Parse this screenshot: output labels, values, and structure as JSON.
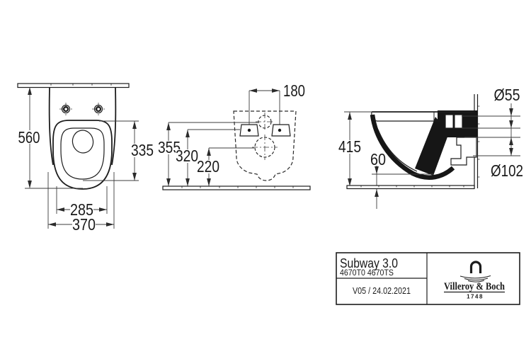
{
  "drawing": {
    "front_view": {
      "dim_total_height": "560",
      "dim_seat_length": "335",
      "dim_inner_width": "285",
      "dim_width": "370"
    },
    "top_view": {
      "dim_fixing_spacing": "180",
      "dim_inlet_height": "355",
      "dim_fixing_height": "320",
      "dim_outlet_height": "220"
    },
    "side_view": {
      "dim_height": "415",
      "dim_floor_clearance": "60",
      "dim_inlet_diameter": "Ø55",
      "dim_outlet_diameter": "Ø102"
    }
  },
  "title_block": {
    "product_name": "Subway 3.0",
    "article_numbers": "4670T0 4670TS",
    "version_date": "V05 / 24.02.2021",
    "brand_name": "Villeroy & Boch",
    "brand_founded": "1748"
  },
  "colors": {
    "ink": "#1d1d1d",
    "dimension_lines": "#3c3c3c",
    "background": "#ffffff"
  }
}
